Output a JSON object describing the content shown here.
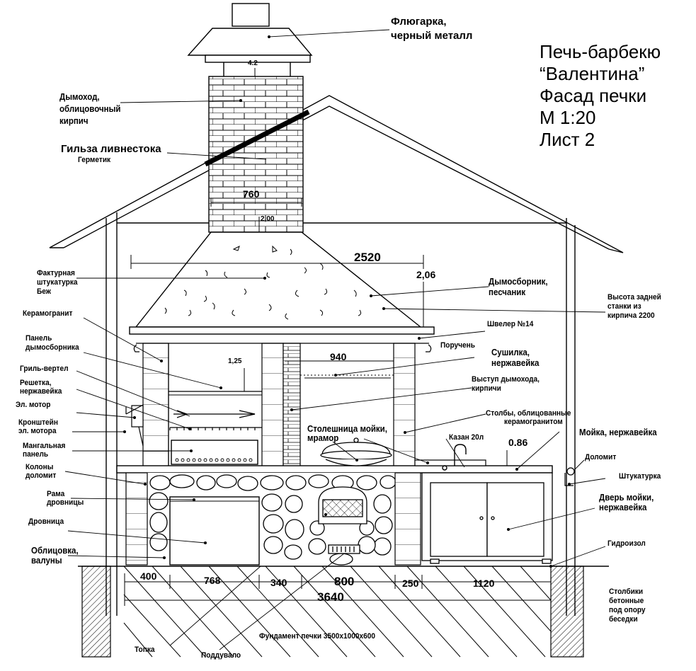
{
  "title": {
    "line1": "Печь-барбекю",
    "line2": "“Валентина”",
    "line3": "Фасад печки",
    "line4": "М 1:20",
    "line5": "Лист 2"
  },
  "labels": {
    "flugarka_1": "Флюгарка,",
    "flugarka_2": "черный металл",
    "dymohod_1": "Дымоход,",
    "dymohod_2": "облицовочный",
    "dymohod_3": "кирпич",
    "gilza": "Гильза ливнестока",
    "germetik": "Герметик",
    "shtukaturka_1": "Фактурная",
    "shtukaturka_2": "штукатурка",
    "shtukaturka_3": "Беж",
    "keramogranit": "Керамогранит",
    "panel_1": "Панель",
    "panel_2": "дымосборника",
    "gril": "Гриль-вертел",
    "reshetka_1": "Решетка,",
    "reshetka_2": "нержавейка",
    "motor": "Эл. мотор",
    "kronshtein_1": "Кронштейн",
    "kronshtein_2": "эл. мотора",
    "mangal_1": "Мангальная",
    "mangal_2": "панель",
    "kolony_1": "Колоны",
    "kolony_2": "доломит",
    "rama_1": "Рама",
    "rama_2": "дровницы",
    "drovnica": "Дровница",
    "oblicovka_1": "Облицовка,",
    "oblicovka_2": "валуны",
    "dymosbornik_1": "Дымосборник,",
    "dymosbornik_2": "песчаник",
    "vysota_1": "Высота задней",
    "vysota_2": "станки из",
    "vysota_3": "кирпича 2200",
    "shveler": "Швелер №14",
    "poruchen": "Поручень",
    "sushilka_1": "Сушилка,",
    "sushilka_2": "нержавейка",
    "vystup_1": "Выступ дымохода,",
    "vystup_2": "кирпичи",
    "stolby_1": "Столбы, облицованные",
    "stolby_2": "керамогранитом",
    "stoleshnica_1": "Столешница мойки,",
    "stoleshnica_2": "мрамор",
    "kazan": "Казан 20л",
    "moika": "Мойка, нержавейка",
    "dolomit": "Доломит",
    "shtukaturka": "Штукатурка",
    "dver_1": "Дверь мойки,",
    "dver_2": "нержавейка",
    "gidroizol": "Гидроизол",
    "stolbiki_1": "Столбики",
    "stolbiki_2": "бетонные",
    "stolbiki_3": "под опору",
    "stolbiki_4": "беседки",
    "fundament": "Фундамент печки 3500х1000х600",
    "topka": "Топка",
    "podduvalo": "Поддувало"
  },
  "dimensions": {
    "d_4_2": "4.2",
    "d_760": "760",
    "d_2_00": "2,00",
    "d_2520": "2520",
    "d_2_06": "2,06",
    "d_1_25": "1,25",
    "d_940": "940",
    "d_0_86": "0.86",
    "d_400": "400",
    "d_768": "768",
    "d_340": "340",
    "d_800": "800",
    "d_250": "250",
    "d_1120": "1120",
    "d_3640": "3640"
  }
}
